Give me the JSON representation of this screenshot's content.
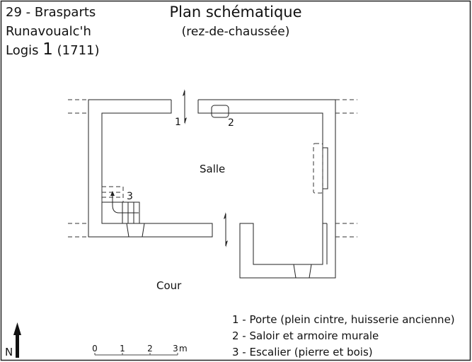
{
  "header": {
    "location_line1": "29 - Brasparts",
    "location_line2": "Runavoualc'h",
    "logis_label": "Logis",
    "logis_number": "1",
    "logis_year": "(1711)",
    "title": "Plan schématique",
    "subtitle": "(rez-de-chaussée)"
  },
  "plan": {
    "room_label": "Salle",
    "yard_label": "Cour",
    "marker_1": "1",
    "marker_2": "2",
    "marker_3": "3"
  },
  "legend": {
    "items": [
      "1 - Porte (plein cintre, huisserie ancienne)",
      "2 - Saloir et armoire murale",
      "3 - Escalier (pierre et bois)"
    ]
  },
  "north": {
    "label": "N",
    "icon": "north-arrow-icon"
  },
  "scale": {
    "ticks": [
      "0",
      "1",
      "2",
      "3"
    ],
    "unit": "m"
  },
  "colors": {
    "ink": "#222222",
    "background": "#ffffff"
  }
}
